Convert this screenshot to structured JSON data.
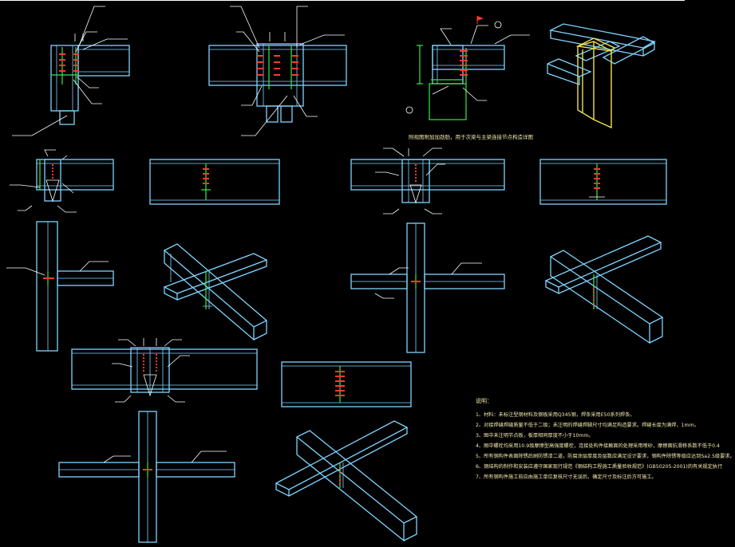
{
  "caption": "附视图附加加劲肋，用于次梁与主梁连接节点构造详图",
  "notes": {
    "title": "说明：",
    "items": [
      "1、材料：未标注型钢材料及钢板采用Q345钢，焊条采用E50系列焊条。",
      "2、对接焊缝焊缝质量不低于二级；未注明的焊缝焊脚尺寸均满足构造要求。焊缝长度为满焊，1mm。",
      "3、图中未注明节点板，板厚相同厚度不小于10mm。",
      "4、图中螺栓均采用10.9级摩擦型高强度螺栓，连接处构件接触面的处理采用喷砂，摩擦面抗滑移系数不低于0.4",
      "5、所有钢构件表面除锈后刷防锈漆二道，防腐涂层厚度及层数应满足设计要求，钢构件除锈等级应达到Sa2.5级要求。",
      "6、钢结构的制作和安装应遵守国家现行规范《钢结构工程施工质量验收规范》(GB50205-2001)的有关规定执行",
      "7、所有钢构件施工前应由施工单位复核尺寸无误后，确定尺寸及标注后方可施工。"
    ]
  },
  "colors": {
    "background": "#000000",
    "beam": "#7fd4ff",
    "weld": "#38e84a",
    "bolt": "#ff3a2a",
    "annotation": "#ffffff",
    "column_iso": "#f2e24a",
    "note_text": "#f3e9b0"
  }
}
